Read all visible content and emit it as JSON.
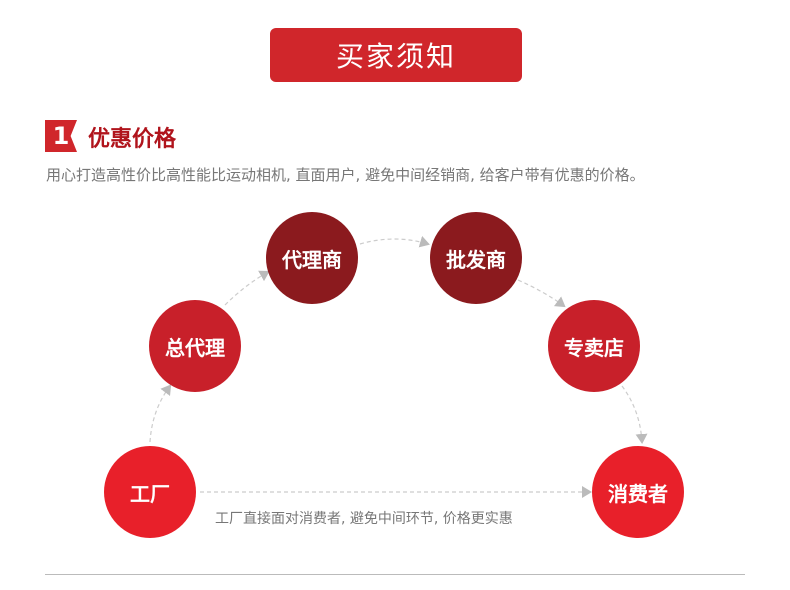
{
  "header": {
    "title": "买家须知"
  },
  "section": {
    "number": "1",
    "title": "优惠价格",
    "description": "用心打造高性价比高性能比运动相机, 直面用户, 避免中间经销商, 给客户带有优惠的价格。"
  },
  "nodes": [
    {
      "label": "工厂",
      "color": "#e8202a"
    },
    {
      "label": "总代理",
      "color": "#c8202a"
    },
    {
      "label": "代理商",
      "color": "#8b1a1e"
    },
    {
      "label": "批发商",
      "color": "#8b1a1e"
    },
    {
      "label": "专卖店",
      "color": "#c8202a"
    },
    {
      "label": "消费者",
      "color": "#e8202a"
    }
  ],
  "direct_note": "工厂直接面对消费者, 避免中间环节, 价格更实惠"
}
